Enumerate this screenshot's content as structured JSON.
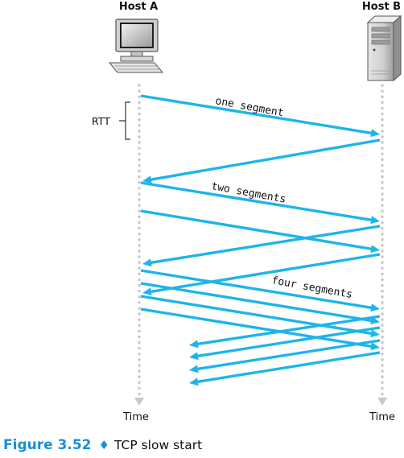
{
  "hosts": {
    "a_label": "Host A",
    "b_label": "Host B"
  },
  "time_labels": {
    "a": "Time",
    "b": "Time"
  },
  "rtt_label": "RTT",
  "segment_labels": {
    "one": "one segment",
    "two": "two segments",
    "four": "four segments"
  },
  "caption": {
    "figure": "Figure 3.52",
    "separator": "♦",
    "title": "TCP slow start"
  },
  "colors": {
    "arrow": "#1eb4ea",
    "timeline": "#c8c8c8",
    "caption_accent": "#1a8fd6"
  },
  "icons": {
    "host_a": "desktop-computer-icon",
    "host_b": "server-tower-icon"
  }
}
